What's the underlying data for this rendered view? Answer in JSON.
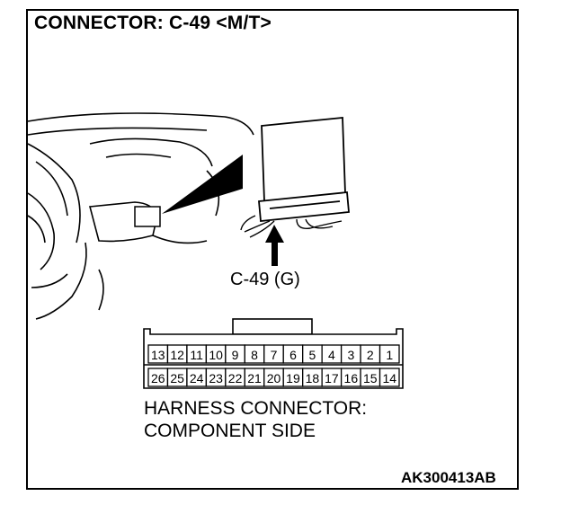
{
  "title": "CONNECTOR: C-49 <M/T>",
  "connector_label": "C-49 (G)",
  "harness_caption": [
    "HARNESS CONNECTOR:",
    "COMPONENT SIDE"
  ],
  "figure_code": "AK300413AB",
  "pins_top": [
    "13",
    "12",
    "11",
    "10",
    "9",
    "8",
    "7",
    "6",
    "5",
    "4",
    "3",
    "2",
    "1"
  ],
  "pins_bottom": [
    "26",
    "25",
    "24",
    "23",
    "22",
    "21",
    "20",
    "19",
    "18",
    "17",
    "16",
    "15",
    "14"
  ],
  "colors": {
    "line": "#000000",
    "background": "#ffffff"
  }
}
